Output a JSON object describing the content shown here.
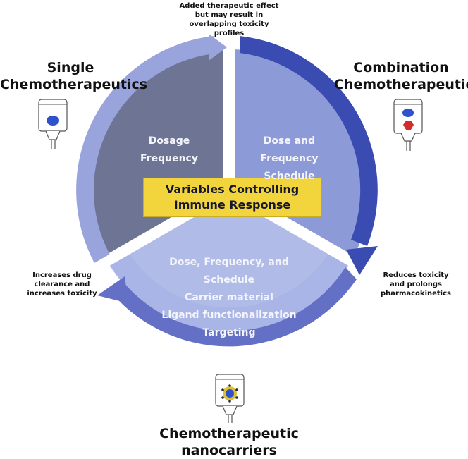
{
  "center": {
    "line1": "Variables Controlling",
    "line2": "Immune Response"
  },
  "sectors": {
    "single": {
      "line1": "Dosage",
      "line2": "Frequency"
    },
    "combination": {
      "line1": "Dose and Frequency",
      "line2": "Schedule"
    },
    "nano": {
      "line1": "Dose, Frequency, and Schedule",
      "line2": "Carrier material",
      "line3": "Ligand functionalization",
      "line4": "Targeting"
    }
  },
  "headings": {
    "single": {
      "line1": "Single",
      "line2": "Chemotherapeutics"
    },
    "combination": {
      "line1": "Combination",
      "line2": "Chemotherapeutics"
    },
    "nano": {
      "line1": "Chemotherapeutic",
      "line2": "nanocarriers"
    }
  },
  "notes": {
    "top": {
      "line1": "Added therapeutic effect",
      "line2": "but may result in",
      "line3": "overlapping toxicity",
      "line4": "profiles"
    },
    "left": {
      "line1": "Increases drug",
      "line2": "clearance and",
      "line3": "increases toxicity"
    },
    "right": {
      "line1": "Reduces toxicity",
      "line2": "and prolongs",
      "line3": "pharmacokinetics"
    }
  },
  "icons": {
    "single_bag": "iv-bag-blue-dot-icon",
    "combination_bag": "iv-bag-blue-dot-red-hexagon-icon",
    "nano_bag": "iv-bag-nanoparticle-icon"
  },
  "colors": {
    "sector_single": "#6e7594",
    "sector_combination": "#8c9ad8",
    "sector_nano": "#a9b5e6",
    "arrow_single": "#9aa4dc",
    "arrow_combination": "#3a4bb2",
    "arrow_nano": "#6470c6",
    "center_box": "#f2d53c",
    "drug_blue": "#2f52cc",
    "drug_red": "#d42b2b",
    "nano_ring": "#d9c13a"
  }
}
